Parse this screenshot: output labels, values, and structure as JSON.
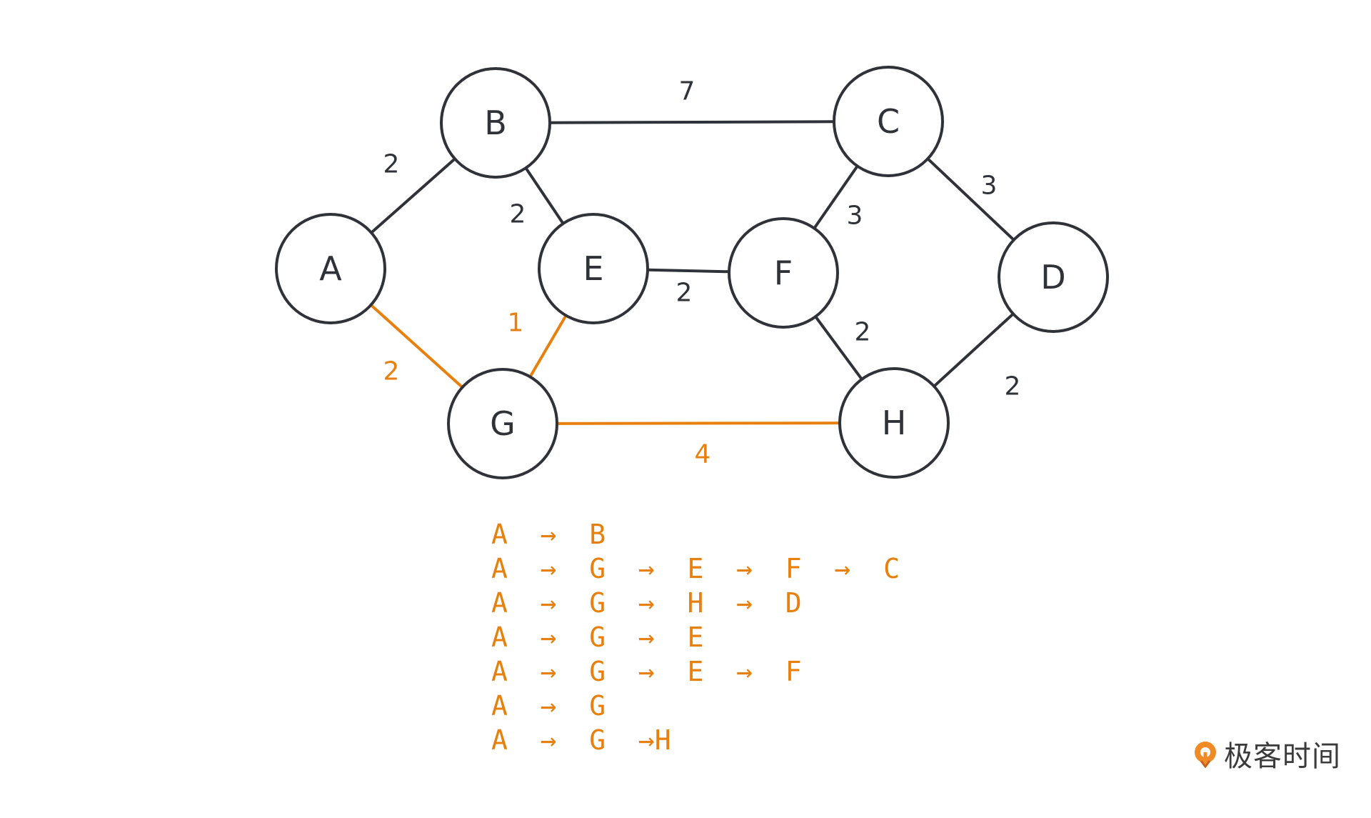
{
  "graph": {
    "nodes": [
      "A",
      "B",
      "C",
      "D",
      "E",
      "F",
      "G",
      "H"
    ],
    "edges": [
      {
        "from": "A",
        "to": "B",
        "weight": "2",
        "highlighted": false
      },
      {
        "from": "B",
        "to": "C",
        "weight": "7",
        "highlighted": false
      },
      {
        "from": "B",
        "to": "E",
        "weight": "2",
        "highlighted": false
      },
      {
        "from": "C",
        "to": "F",
        "weight": "3",
        "highlighted": false
      },
      {
        "from": "C",
        "to": "D",
        "weight": "3",
        "highlighted": false
      },
      {
        "from": "E",
        "to": "F",
        "weight": "2",
        "highlighted": false
      },
      {
        "from": "F",
        "to": "H",
        "weight": "2",
        "highlighted": false
      },
      {
        "from": "D",
        "to": "H",
        "weight": "2",
        "highlighted": false
      },
      {
        "from": "A",
        "to": "G",
        "weight": "2",
        "highlighted": true
      },
      {
        "from": "G",
        "to": "E",
        "weight": "1",
        "highlighted": true
      },
      {
        "from": "G",
        "to": "H",
        "weight": "4",
        "highlighted": true
      }
    ]
  },
  "paths": [
    "A  →  B",
    "A  →  G  →  E  →  F  →  C",
    "A  →  G  →  H  →  D",
    "A  →  G  →  E",
    "A  →  G  →  E  →  F",
    "A  →  G",
    "A  →  G  →H"
  ],
  "logo": {
    "text": "极客时间",
    "icon": "geektime-logo-icon"
  },
  "colors": {
    "highlight": "#e8800f",
    "ink": "#2f3238",
    "background": "#ffffff"
  }
}
